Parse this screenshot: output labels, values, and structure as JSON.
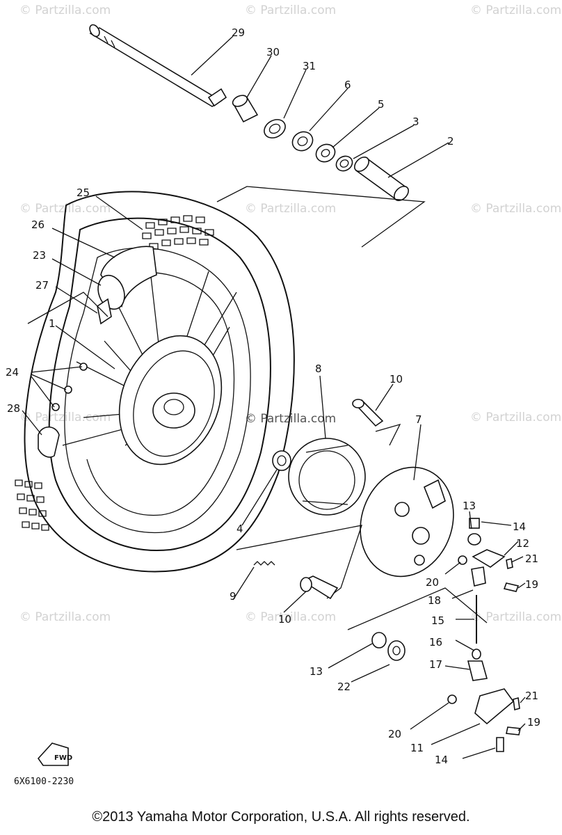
{
  "watermarks": {
    "text": "© Partzilla.com",
    "center_text": "© Partzilla.com"
  },
  "callouts": {
    "c1": "1",
    "c2": "2",
    "c3": "3",
    "c4": "4",
    "c5": "5",
    "c6": "6",
    "c7": "7",
    "c8": "8",
    "c9": "9",
    "c10a": "10",
    "c10b": "10",
    "c11": "11",
    "c12": "12",
    "c13a": "13",
    "c13b": "13",
    "c14a": "14",
    "c14b": "14",
    "c15": "15",
    "c16": "16",
    "c17": "17",
    "c18": "18",
    "c19a": "19",
    "c19b": "19",
    "c20a": "20",
    "c20b": "20",
    "c21a": "21",
    "c21b": "21",
    "c22": "22",
    "c23": "23",
    "c24": "24",
    "c25": "25",
    "c26": "26",
    "c27": "27",
    "c28": "28",
    "c29": "29",
    "c30": "30",
    "c31": "31"
  },
  "forward_marker": "FWD",
  "diagram_code": "6X6100-2230",
  "copyright": "©2013  Yamaha Motor Corporation, U.S.A. All rights reserved."
}
